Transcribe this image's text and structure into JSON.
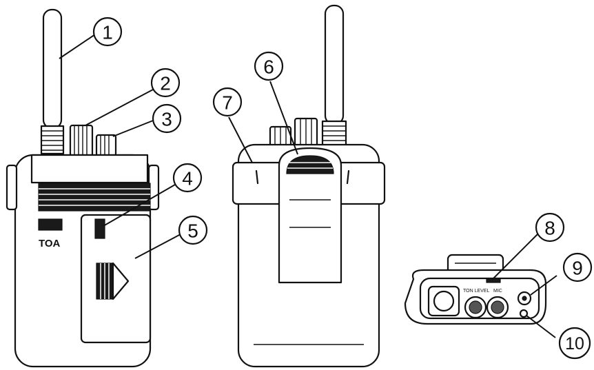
{
  "brand": {
    "logo_text": "TOA"
  },
  "panel_labels": {
    "knob_a": "TON LEVEL",
    "knob_b": "MIC"
  },
  "callouts": [
    {
      "number": "1"
    },
    {
      "number": "2"
    },
    {
      "number": "3"
    },
    {
      "number": "4"
    },
    {
      "number": "5"
    },
    {
      "number": "6"
    },
    {
      "number": "7"
    },
    {
      "number": "8"
    },
    {
      "number": "9"
    },
    {
      "number": "10"
    }
  ],
  "colors": {
    "line": "#111111",
    "background": "#ffffff"
  }
}
